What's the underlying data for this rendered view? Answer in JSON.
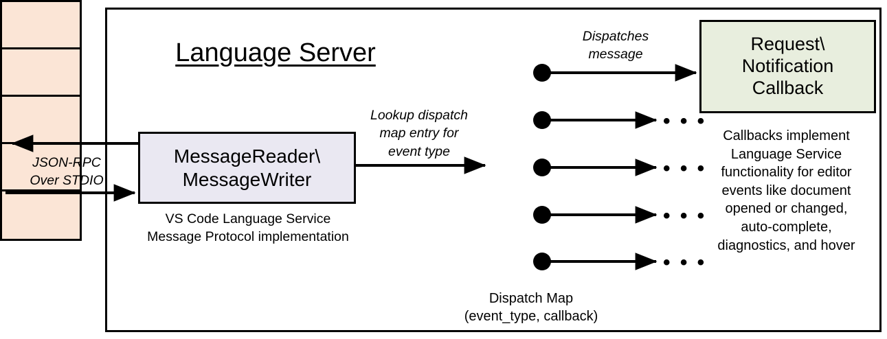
{
  "diagram": {
    "title": "Language Server",
    "colors": {
      "message_box_fill": "#eae8f2",
      "callback_box_fill": "#e8eede",
      "dispatch_table_fill": "#fbe5d6",
      "stroke": "#000000",
      "background": "#ffffff"
    },
    "message_box": {
      "line1": "MessageReader\\",
      "line2": "MessageWriter",
      "caption_line1": "VS Code Language Service",
      "caption_line2": "Message Protocol implementation"
    },
    "external_channel": {
      "label_line1": "JSON-RPC",
      "label_line2": "Over STDIO",
      "outbound_direction": "left",
      "inbound_direction": "right"
    },
    "lookup_edge": {
      "label_line1": "Lookup dispatch",
      "label_line2": "map entry for",
      "label_line3": "event type"
    },
    "dispatch_table": {
      "caption_line1": "Dispatch Map",
      "caption_line2": "(event_type, callback)",
      "row_count": 5,
      "rows": [
        {
          "marker": "dot",
          "target": "callback-box"
        },
        {
          "marker": "dot",
          "target": "ellipsis"
        },
        {
          "marker": "dot",
          "target": "ellipsis"
        },
        {
          "marker": "dot",
          "target": "ellipsis"
        },
        {
          "marker": "dot",
          "target": "ellipsis"
        }
      ]
    },
    "dispatch_edge": {
      "label_line1": "Dispatches",
      "label_line2": "message"
    },
    "callback_box": {
      "line1": "Request\\",
      "line2": "Notification",
      "line3": "Callback",
      "caption_line1": "Callbacks implement",
      "caption_line2": "Language Service",
      "caption_line3": "functionality for editor",
      "caption_line4": "events like document",
      "caption_line5": "opened or changed,",
      "caption_line6": "auto-complete,",
      "caption_line7": "diagnostics, and hover"
    },
    "ellipsis_glyph": "• • •"
  }
}
